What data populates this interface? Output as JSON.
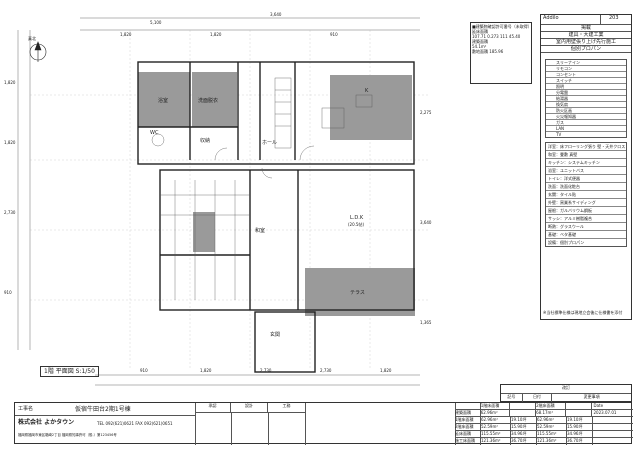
{
  "legend": {
    "compass_label": "真北",
    "lot_info": [
      "■建築物確認許可番号（未取得）",
      "延床面積",
      "107.71  0.273  111 45.40",
      "建築面積",
      "54.1m²",
      "敷地面積 185.96"
    ],
    "sheet_label": "Addilo",
    "sheet_number": "203",
    "items": [
      "掲載",
      "建具・大建工業",
      "室内用壁張り上げ先行施工",
      "個別プロパン"
    ],
    "legend_rows": [
      "スリーナイン",
      "リモコン",
      "コンセント",
      "スイッチ",
      "照明",
      "分電盤",
      "給湯器",
      "換気扇",
      "防火区画",
      "火災報知器",
      "ガス",
      "LAN",
      "TV"
    ],
    "spec_rows": [
      "洋室：床フローリング張り 壁・天井クロス",
      "和室：畳敷 真壁",
      "キッチン：システムキッチン",
      "浴室：ユニットバス",
      "トイレ：洋式便器",
      "洗面：洗面化粧台",
      "玄関：タイル貼",
      "外壁：窯業系サイディング",
      "屋根：ガルバリウム鋼板",
      "サッシ：アルミ樹脂複合",
      "断熱：グラスウール",
      "基礎：ベタ基礎",
      "設備：個別プロパン"
    ],
    "note": "※当社標準仕様は現地立会後に仕様書を添付"
  },
  "drawing": {
    "title": "1階  平面図  S:1/50",
    "rooms": {
      "wc": "WC",
      "bath": "浴室",
      "wash": "洗面脱衣",
      "kitchen": "K",
      "ldk": "L.D.K",
      "ldk_area": "(20.5帖)",
      "entrance": "玄関",
      "hall": "ホール",
      "storage": "収納",
      "wasitsu": "和室",
      "terrace": "テラス"
    },
    "dims_top": [
      "5,100",
      "3,640",
      "1,820",
      "1,820",
      "910"
    ],
    "dims_bottom": [
      "910",
      "1,820",
      "2,730",
      "2,730",
      "1,820"
    ],
    "dims_left": [
      "1,820",
      "1,820",
      "2,730",
      "910"
    ],
    "dims_right": [
      "2,275",
      "3,640",
      "1,365"
    ]
  },
  "title_block": {
    "project_label": "工事名",
    "project_name": "仮宿牛田台2期1号棟",
    "company": "株式会社  よかタウン",
    "company_tel": "TEL 092(621)0621 FAX 092(621)0651",
    "company_address": "福岡県福岡市東区箱崎2丁目 福岡県知事許可（般-）第123456号",
    "approval_cols": [
      "承認",
      "設計",
      "工務"
    ],
    "stamp": "",
    "rev_label": "改訂",
    "rev_cols": [
      "記号",
      "日付",
      "変更事項"
    ],
    "area_headers": [
      "",
      "1階床面積",
      "",
      "2階床面積",
      "",
      "Date"
    ],
    "area_rows": [
      [
        "建築面積",
        "62.96m²",
        "",
        "68.17m²",
        "",
        "2023.07.01"
      ],
      [
        "1階床面積",
        "62.96m²",
        "19.10坪",
        "62.96m²",
        "19.10坪",
        ""
      ],
      [
        "2階床面積",
        "52.59m²",
        "15.90坪",
        "52.59m²",
        "15.90坪",
        ""
      ],
      [
        "延床面積",
        "115.55m²",
        "34.96坪",
        "115.55m²",
        "34.96坪",
        ""
      ],
      [
        "施工床面積",
        "121.36m²",
        "36.70坪",
        "121.36m²",
        "36.70坪",
        ""
      ]
    ]
  }
}
